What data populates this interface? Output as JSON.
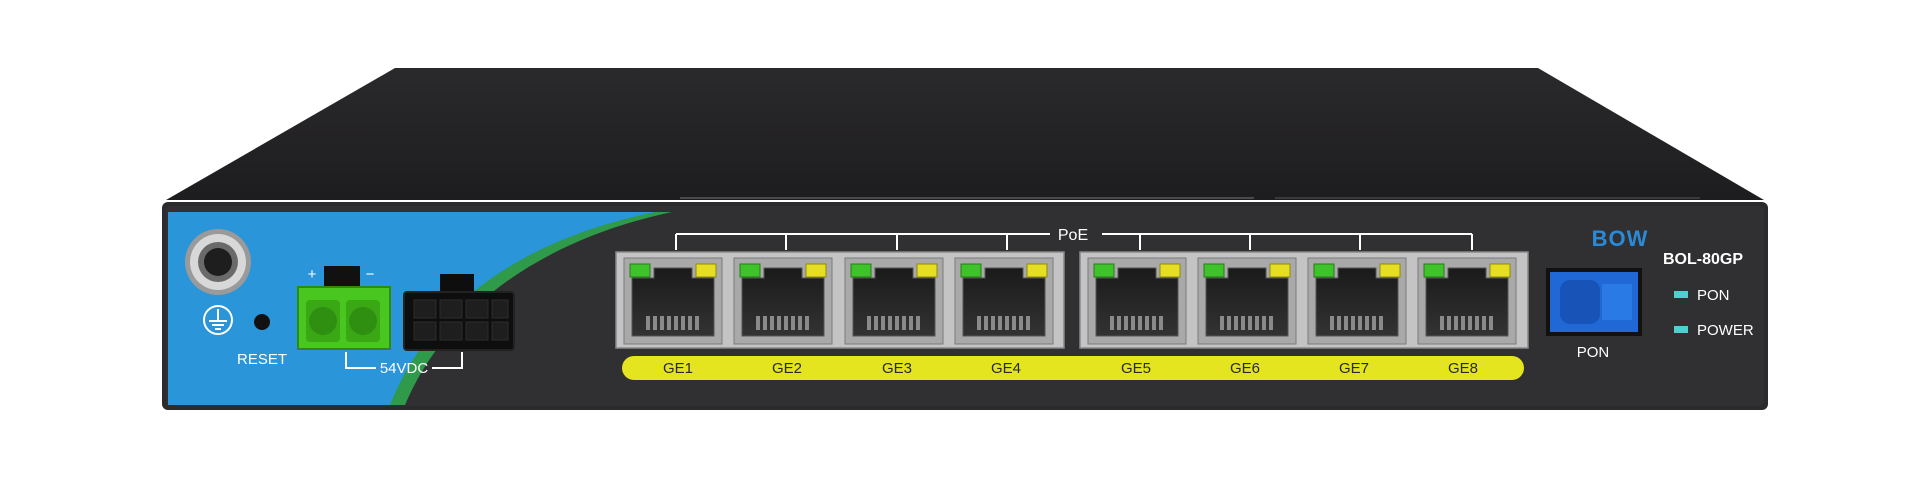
{
  "device": {
    "brand": "BOW",
    "model": "BOL-80GP",
    "colors": {
      "panel": "#2b2a2c",
      "top": "#232224",
      "blue": "#2a95d8",
      "green": "#2e9a4a",
      "yellow_strip": "#e4e51f",
      "terminal_green": "#49c61f",
      "pon_port_blue": "#1f68d6",
      "led_cyan": "#4fd0d0",
      "led_green": "#3fc32a",
      "led_yellow": "#e6de22"
    }
  },
  "left_panel": {
    "reset_label": "RESET",
    "terminal_plus": "+",
    "terminal_minus": "−",
    "power_label": "54VDC"
  },
  "poe_label": "PoE",
  "ports": [
    {
      "label": "GE1"
    },
    {
      "label": "GE2"
    },
    {
      "label": "GE3"
    },
    {
      "label": "GE4"
    },
    {
      "label": "GE5"
    },
    {
      "label": "GE6"
    },
    {
      "label": "GE7"
    },
    {
      "label": "GE8"
    }
  ],
  "pon": {
    "port_label": "PON"
  },
  "indicators": [
    {
      "label": "PON"
    },
    {
      "label": "POWER"
    }
  ]
}
